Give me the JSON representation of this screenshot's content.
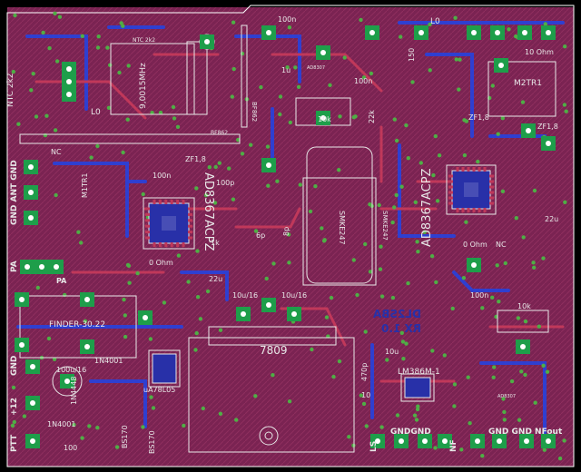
{
  "colors": {
    "background": "#000000",
    "copper_top": "#8b2a58",
    "copper_bottom": "#2830a8",
    "trace_top": "#c0385a",
    "trace_bottom": "#2f3fd0",
    "silkscreen": "#e8e8e8",
    "pad": "#1e9e4a",
    "drill": "#ffffff",
    "via": "#4fae45",
    "outline": "#ffffff"
  },
  "silk": {
    "ntc_left": "NTC 2k2",
    "ntc_top": "NTC 2k2",
    "crystal": "9,0015MHz",
    "bf862": "BF862",
    "bf862_b": "BF862",
    "ad9834_left": "AD8367ACPZ",
    "ad9834_right": "AD8367ACPZ",
    "nc_left": "NC",
    "zf18_left": "ZF1,8",
    "m1tr1": "M1TR1",
    "l0_left": "L0",
    "l0_top": "L0",
    "zohm": "0 Ohm",
    "zohm_r": "0 Ohm",
    "ten_ohm": "10 Ohm",
    "m2tr1": "M2TR1",
    "zf18_r1": "ZF1,8",
    "zf18_r2": "ZF1,8",
    "nc_right": "NC",
    "mixer": "SMKE247",
    "mixer_b": "SMKE247",
    "finder": "FINDER-30.22",
    "reg_7809": "7809",
    "reg_78l05": "uA78L05",
    "lm386": "LM386M-1",
    "ad8307_a": "AD8307",
    "ad8307_b": "AD8307",
    "d1": "1N4001",
    "d2": "1N4001",
    "cap_100u16": "100u/16",
    "cap_10u16_a": "10u/16",
    "cap_10u16_b": "10u/16",
    "cap_1u": "1u",
    "cap_100n": "100n",
    "cap_22u": "22u",
    "cap_10u": "10u",
    "cap_10k": "10k",
    "res_22k": "22k",
    "res_100": "100",
    "res_150": "150",
    "res_1k": "1k",
    "res_10": "10",
    "cap_470p": "470p",
    "cap_100p": "100p",
    "cap_6p": "6p",
    "cap_8p": "8p",
    "bs170": "BS170",
    "bs170_b": "BS170",
    "ln4448": "1N4448",
    "label_gnd_ant": "GND ANT GND",
    "label_gnd_top": "GND",
    "label_pa": "PA",
    "label_pa_b": "PA",
    "label_ptt": "PTT",
    "label_12v": "+12",
    "label_gnd_ls": "GND",
    "label_ls": "LS",
    "label_gndgnd": "GNDGND",
    "label_nf": "NF",
    "label_gnd_nfout": "GND GND NFout",
    "mirror_a": "RX 1.0",
    "mirror_b": "DL2SBA"
  }
}
